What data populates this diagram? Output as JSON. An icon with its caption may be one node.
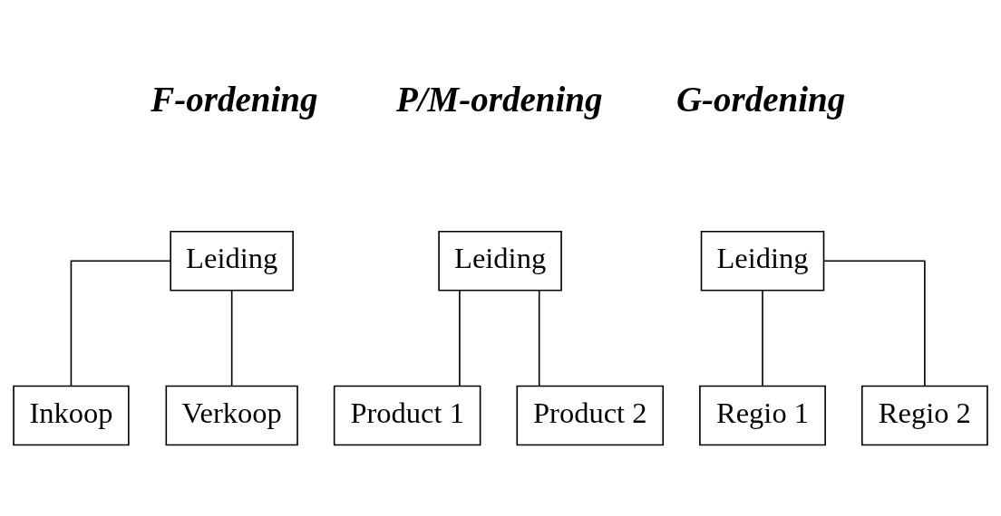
{
  "diagram": {
    "nodes": [
      {
        "text": [
          "Leiding"
        ]
      },
      {
        "text": [
          "Inkoop"
        ]
      },
      {
        "text": [
          "Verkoop"
        ]
      },
      {
        "text": [
          "Leiding"
        ]
      },
      {
        "text": [
          "Product 1"
        ]
      },
      {
        "text": [
          "Product 2"
        ]
      },
      {
        "text": [
          "Leiding"
        ]
      },
      {
        "text": [
          "Regio 1"
        ]
      },
      {
        "text": [
          "Regio 2"
        ]
      }
    ],
    "edges": [
      {
        "from": 0,
        "to": 1,
        "arrow": "none"
      },
      {
        "from": 0,
        "to": 2,
        "arrow": "none"
      },
      {
        "from": 3,
        "to": 4,
        "arrow": "none"
      },
      {
        "from": 3,
        "to": 5,
        "arrow": "none"
      },
      {
        "from": 6,
        "to": 7,
        "arrow": "none"
      },
      {
        "from": 6,
        "to": 8,
        "arrow": "none"
      }
    ],
    "labels": [
      "F-ordening",
      "P/M-ordening",
      "G-ordening"
    ]
  }
}
